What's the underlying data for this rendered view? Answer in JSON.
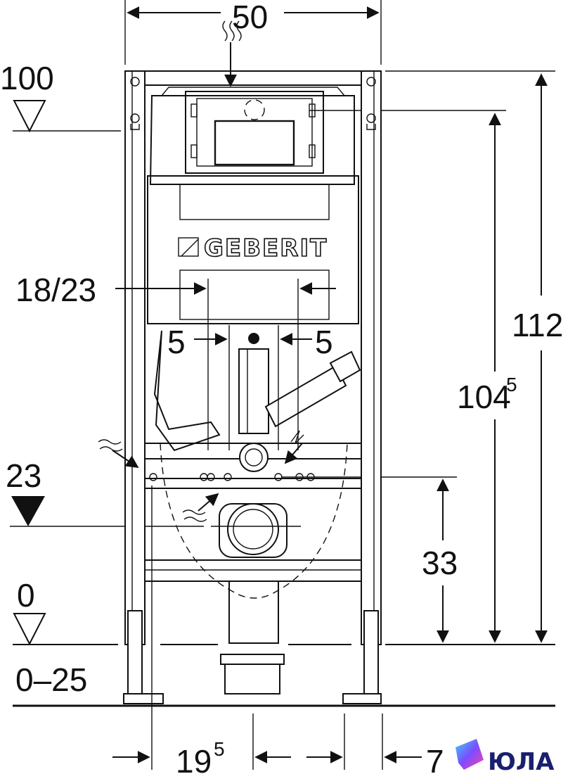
{
  "dimensions": {
    "width": "50",
    "height_total": "112",
    "height_flush_main": "104",
    "height_flush_sup": "5",
    "flush_plate": "18/23",
    "left_offset": "5",
    "right_offset": "5",
    "drain_height": "33",
    "drain_axis": "23",
    "bottom_left_main": "19",
    "bottom_left_sup": "5",
    "bottom_right": "7"
  },
  "levels": {
    "top": "100",
    "floor": "0",
    "floor_range": "0–25"
  },
  "brand": "GEBERIT",
  "watermark": "ЮЛА"
}
